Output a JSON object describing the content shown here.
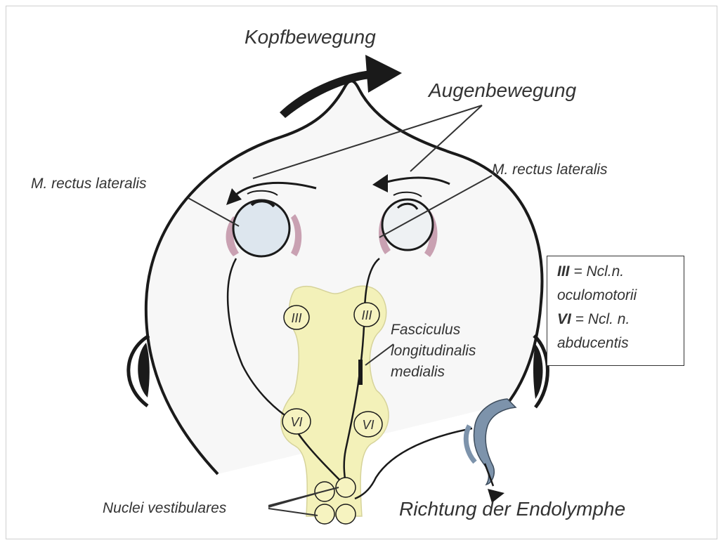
{
  "labels": {
    "head_movement": "Kopfbewegung",
    "eye_movement": "Augenbewegung",
    "m_rectus_left": "M. rectus lateralis",
    "m_rectus_right": "M. rectus lateralis",
    "fasciculus_1": "Fasciculus",
    "fasciculus_2": "longitudinalis",
    "fasciculus_3": "medialis",
    "nuclei": "Nuclei vestibulares",
    "endolymph": "Richtung der Endolymphe"
  },
  "nuclei": {
    "III": "III",
    "VI": "VI"
  },
  "legend": {
    "line1_sym": "III",
    "line1_text": " = Ncl.n.",
    "line2_text": "oculomotorii",
    "line3_sym": "VI",
    "line3_text": " = Ncl. n.",
    "line4_text": "abducentis"
  },
  "colors": {
    "line": "#1a1a1a",
    "brainstem": "#f3f1b9",
    "eye": "#dde6ee",
    "muscle": "#c9a1b2",
    "canal": "#7d93ab",
    "text": "#333333"
  }
}
